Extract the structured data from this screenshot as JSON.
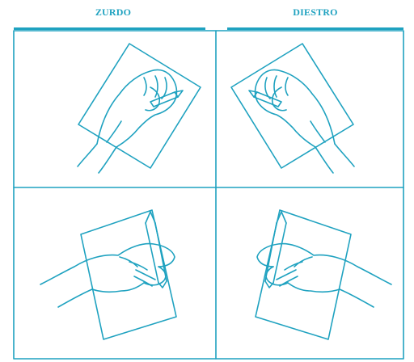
{
  "header": {
    "left_label": "ZURDO",
    "right_label": "DIESTRO"
  },
  "colors": {
    "line": "#1fa2c0",
    "background": "#ffffff"
  },
  "panels": [
    {
      "position": "top-left",
      "icon": "left-hand-writing-tilted-paper-icon"
    },
    {
      "position": "top-right",
      "icon": "right-hand-writing-tilted-paper-icon"
    },
    {
      "position": "bottom-left",
      "icon": "left-hand-holding-pencil-icon"
    },
    {
      "position": "bottom-right",
      "icon": "right-hand-holding-pencil-icon"
    }
  ]
}
